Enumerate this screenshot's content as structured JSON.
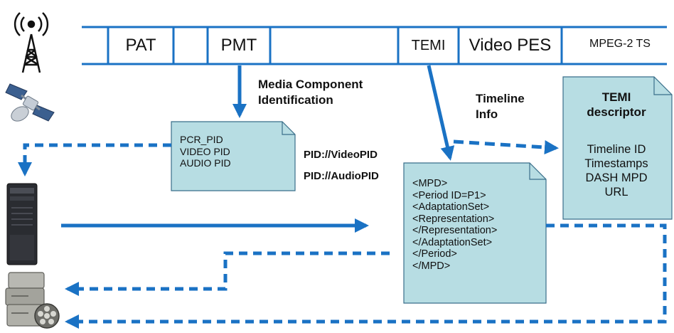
{
  "transport_stream": {
    "cells": [
      "PAT",
      "PMT",
      "TEMI",
      "Video PES"
    ],
    "label": "MPEG-2 TS"
  },
  "annotations": {
    "media_component": [
      "Media Component",
      "Identification"
    ],
    "timeline_info": [
      "Timeline",
      "Info"
    ],
    "pid_video": "PID://VideoPID",
    "pid_audio": "PID://AudioPID"
  },
  "pid_table": {
    "lines": [
      "PCR_PID",
      "VIDEO PID",
      "AUDIO PID"
    ]
  },
  "temi_descriptor": {
    "title": [
      "TEMI",
      "descriptor"
    ],
    "lines": [
      "Timeline ID",
      "Timestamps",
      "DASH MPD",
      "URL"
    ]
  },
  "mpd_document": {
    "lines": [
      "<MPD>",
      "<Period ID=P1>",
      "<AdaptationSet>",
      "<Representation>",
      "</Representation>",
      "</AdaptationSet>",
      "</Period>",
      "</MPD>"
    ]
  },
  "colors": {
    "accent_blue": "#1a72c4",
    "doc_fill": "#b7dde3",
    "doc_stroke": "#3a6f8a"
  },
  "icons": [
    "broadcast-tower-icon",
    "satellite-icon",
    "server-tower-icon",
    "storage-devices-icon",
    "film-reel-icon"
  ]
}
